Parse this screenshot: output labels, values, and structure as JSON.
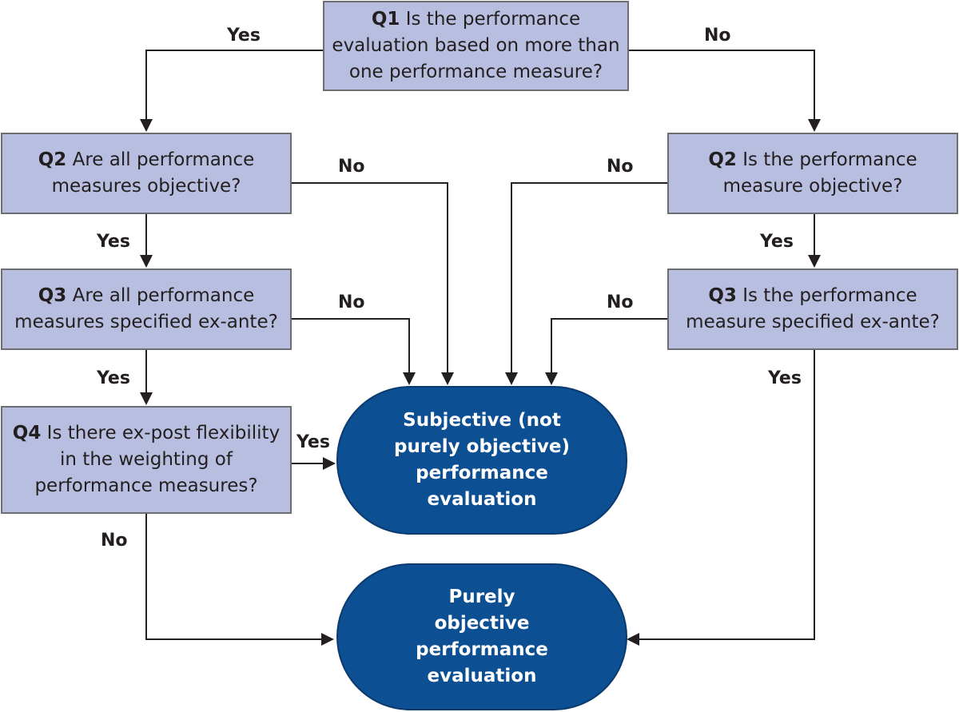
{
  "colors": {
    "question_fill": "#b8bedf",
    "question_border": "#6d6e71",
    "outcome_fill": "#0c4f92",
    "outcome_text": "#ffffff",
    "arrow": "#231f20"
  },
  "nodes": {
    "q1": {
      "id": "Q1",
      "text": "Is the performance evaluation based on more than one performance measure?"
    },
    "q2_left": {
      "id": "Q2",
      "text": "Are all performance measures objective?"
    },
    "q3_left": {
      "id": "Q3",
      "text": "Are all performance measures specified ex-ante?"
    },
    "q4_left": {
      "id": "Q4",
      "text": "Is there ex-post flexibility in the weighting of performance measures?"
    },
    "q2_right": {
      "id": "Q2",
      "text": "Is the performance measure objective?"
    },
    "q3_right": {
      "id": "Q3",
      "text": "Is the performance measure specified ex-ante?"
    },
    "outcome_subjective": {
      "text": "Subjective (not purely objective) performance evaluation"
    },
    "outcome_objective": {
      "text": "Purely objective performance evaluation"
    }
  },
  "edges": {
    "q1_yes": "Yes",
    "q1_no": "No",
    "q2_left_no": "No",
    "q2_left_yes": "Yes",
    "q3_left_no": "No",
    "q3_left_yes": "Yes",
    "q4_yes": "Yes",
    "q4_no": "No",
    "q2_right_no": "No",
    "q2_right_yes": "Yes",
    "q3_right_no": "No",
    "q3_right_yes": "Yes"
  }
}
